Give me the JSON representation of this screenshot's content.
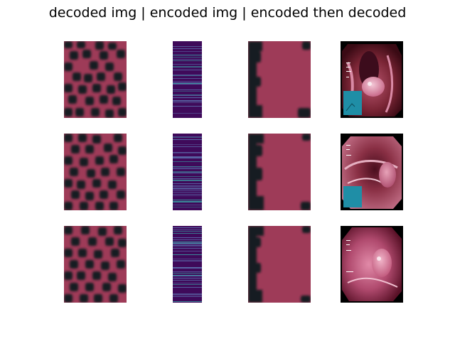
{
  "figure": {
    "title": "decoded img | encoded img | encoded then decoded"
  },
  "colors": {
    "background": "#ffffff",
    "mask_pink": "#9e3b58",
    "mask_dark": "#131c22",
    "mask_dark_alt": "#24323b",
    "encoding_base": "#3f0a5a",
    "encoding_light": "#5a6aa8",
    "encoding_teal": "#3a8c9a",
    "overlay_cyan": "#1f8ea6",
    "tissue_red": "#7a2535",
    "tissue_pink": "#d98aa5"
  },
  "columns": [
    {
      "name": "decoded-mask-column",
      "kind": "blocky-mask"
    },
    {
      "name": "encoded-column",
      "kind": "encoding-strip"
    },
    {
      "name": "encoded-then-decoded-column",
      "kind": "pink-blob"
    },
    {
      "name": "endoscopy-column",
      "kind": "photo"
    }
  ],
  "rows": [
    {
      "name": "row-1",
      "photo_overlay": true
    },
    {
      "name": "row-2",
      "photo_overlay": true
    },
    {
      "name": "row-3",
      "photo_overlay": false
    }
  ]
}
